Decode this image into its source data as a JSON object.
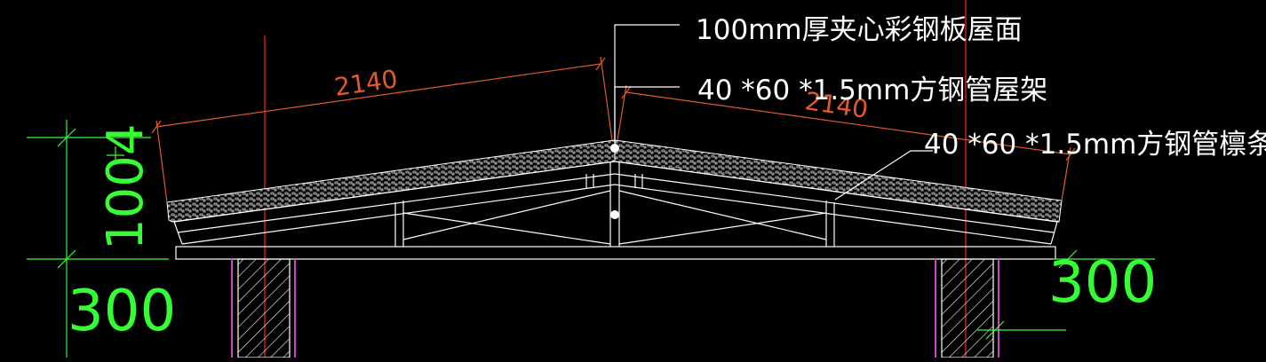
{
  "drawing": {
    "background": "#000000",
    "colors": {
      "outline": "#ffffff",
      "dimension_orange": "#e05a2a",
      "dimension_green": "#33ff33",
      "axis_red": "#ff2222",
      "wall_magenta": "#cc44cc",
      "leader": "#ffffff"
    },
    "labels": {
      "roof_panel": "100mm厚夹心彩钢板屋面",
      "roof_truss": "40 *60 *1.5mm方钢管屋架",
      "purlin": "40 *60 *1.5mm方钢管檩条,"
    },
    "dimensions": {
      "slope_left": "2140",
      "slope_right": "2140",
      "left_height_upper": "1004",
      "left_height_lower": "300",
      "right_height": "300"
    }
  }
}
